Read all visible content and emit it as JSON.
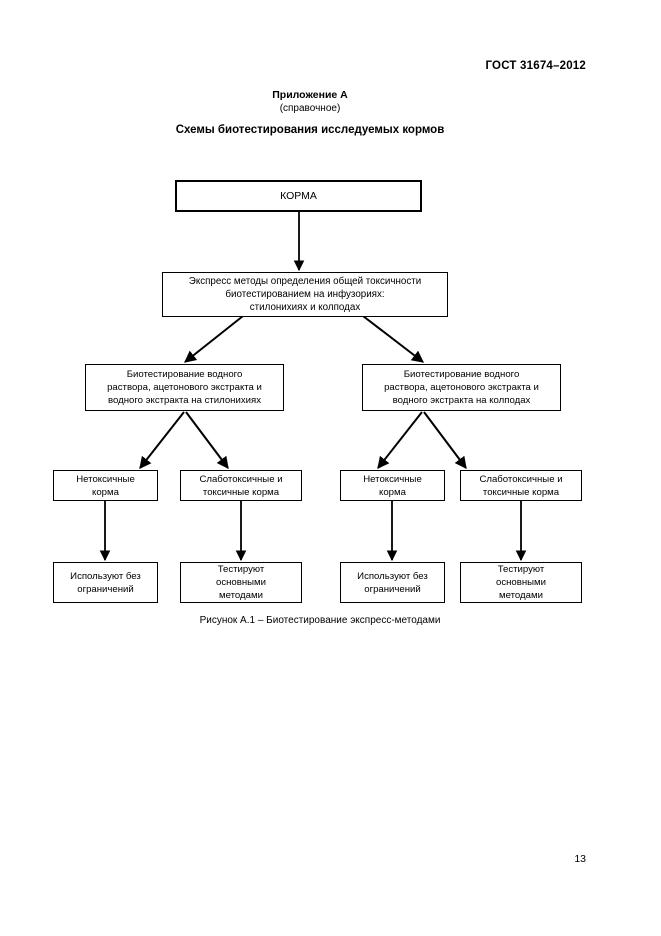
{
  "document": {
    "standard_header": "ГОСТ 31674–2012",
    "annex_label": "Приложение А",
    "annex_kind": "(справочное)",
    "annex_title": "Схемы биотестирования исследуемых кормов",
    "figure_caption": "Рисунок А.1 – Биотестирование экспресс-методами",
    "page_number": "13"
  },
  "flowchart": {
    "nodes": {
      "feeds": {
        "line1": "КОРМА"
      },
      "express_methods": {
        "line1": "Экспресс методы определения общей токсичности",
        "line2": "биотестированием на инфузориях:",
        "line3": "стилонихиях и колподах"
      },
      "biotest_stylonychia": {
        "line1": "Биотестирование водного",
        "line2": "раствора, ацетонового экстракта и",
        "line3": "водного экстракта на стилонихиях"
      },
      "biotest_colpoda": {
        "line1": "Биотестирование водного",
        "line2": "раствора, ацетонового экстракта и",
        "line3": "водного экстракта на колподах"
      },
      "nontoxic_left": {
        "line1": "Нетоксичные",
        "line2": "корма"
      },
      "toxic_left": {
        "line1": "Слаботоксичные и",
        "line2": "токсичные корма"
      },
      "nontoxic_right": {
        "line1": "Нетоксичные",
        "line2": "корма"
      },
      "toxic_right": {
        "line1": "Слаботоксичные и",
        "line2": "токсичные корма"
      },
      "use_unrestricted_left": {
        "line1": "Используют без",
        "line2": "ограничений"
      },
      "test_main_methods_left": {
        "line1": "Тестируют",
        "line2": "основными",
        "line3": "методами"
      },
      "use_unrestricted_right": {
        "line1": "Используют без",
        "line2": "ограничений"
      },
      "test_main_methods_right": {
        "line1": "Тестируют",
        "line2": "основными",
        "line3": "методами"
      }
    },
    "colors": {
      "line": "#000000",
      "box_fill": "#ffffff",
      "text": "#000000"
    }
  }
}
